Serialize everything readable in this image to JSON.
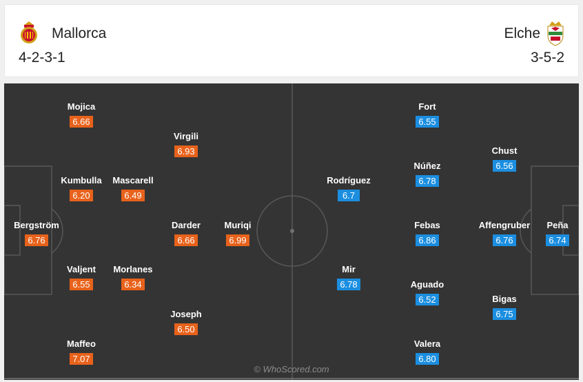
{
  "home": {
    "name": "Mallorca",
    "formation": "4-2-3-1",
    "crest_icon": "mallorca-crest-icon",
    "rating_color": "#e8621b",
    "players": [
      {
        "name": "Bergström",
        "rating": "6.76"
      },
      {
        "name": "Mojica",
        "rating": "6.66"
      },
      {
        "name": "Kumbulla",
        "rating": "6.20"
      },
      {
        "name": "Valjent",
        "rating": "6.55"
      },
      {
        "name": "Maffeo",
        "rating": "7.07"
      },
      {
        "name": "Mascarell",
        "rating": "6.49"
      },
      {
        "name": "Morlanes",
        "rating": "6.34"
      },
      {
        "name": "Virgili",
        "rating": "6.93"
      },
      {
        "name": "Darder",
        "rating": "6.66"
      },
      {
        "name": "Joseph",
        "rating": "6.50"
      },
      {
        "name": "Muriqi",
        "rating": "6.99"
      }
    ]
  },
  "away": {
    "name": "Elche",
    "formation": "3-5-2",
    "crest_icon": "elche-crest-icon",
    "rating_color": "#1b8ee0",
    "players": [
      {
        "name": "Peña",
        "rating": "6.74"
      },
      {
        "name": "Chust",
        "rating": "6.56"
      },
      {
        "name": "Affengruber",
        "rating": "6.76"
      },
      {
        "name": "Bigas",
        "rating": "6.75"
      },
      {
        "name": "Fort",
        "rating": "6.55"
      },
      {
        "name": "Núñez",
        "rating": "6.78"
      },
      {
        "name": "Febas",
        "rating": "6.86"
      },
      {
        "name": "Aguado",
        "rating": "6.52"
      },
      {
        "name": "Valera",
        "rating": "6.80"
      },
      {
        "name": "Rodríguez",
        "rating": "6.7"
      },
      {
        "name": "Mir",
        "rating": "6.78"
      }
    ]
  },
  "watermark": "© WhoScored.com"
}
